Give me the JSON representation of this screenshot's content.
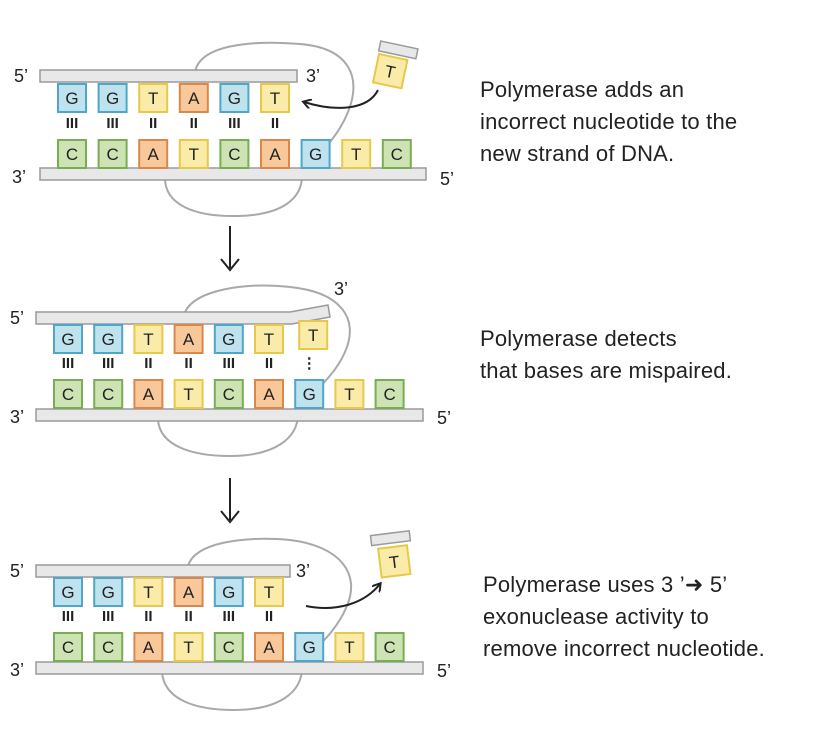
{
  "colors": {
    "G": {
      "fill": "#bfe2ef",
      "stroke": "#4fa6c7"
    },
    "C": {
      "fill": "#cde3b4",
      "stroke": "#79ad54"
    },
    "T": {
      "fill": "#fbeba8",
      "stroke": "#e6c94b"
    },
    "A": {
      "fill": "#f8c89a",
      "stroke": "#d9884a"
    },
    "strand": {
      "fill": "#e8e8e8",
      "stroke": "#9a9a9a"
    },
    "polymerase": "#a9a9a9",
    "text": "#222222"
  },
  "icons": [
    "arrow-down-icon",
    "curved-arrow-icon"
  ],
  "panels": [
    {
      "top_strand": {
        "left_label": "5’",
        "right_label": "3’"
      },
      "bottom_strand": {
        "left_label": "3’",
        "right_label": "5’"
      },
      "template_bases": [
        "C",
        "C",
        "A",
        "T",
        "C",
        "A",
        "G",
        "T",
        "C"
      ],
      "new_bases": [
        "G",
        "G",
        "T",
        "A",
        "G",
        "T"
      ],
      "bonds": [
        "III",
        "III",
        "II",
        "II",
        "III",
        "II"
      ],
      "extra_base": "T",
      "caption": [
        "Polymerase adds an",
        "incorrect nucleotide to the",
        "new strand of DNA."
      ]
    },
    {
      "top_strand": {
        "left_label": "5’",
        "right_label": "3’"
      },
      "bottom_strand": {
        "left_label": "3’",
        "right_label": "5’"
      },
      "template_bases": [
        "C",
        "C",
        "A",
        "T",
        "C",
        "A",
        "G",
        "T",
        "C"
      ],
      "new_bases": [
        "G",
        "G",
        "T",
        "A",
        "G",
        "T",
        "T"
      ],
      "bonds": [
        "III",
        "III",
        "II",
        "II",
        "III",
        "II",
        "⋮"
      ],
      "caption": [
        "Polymerase detects",
        "that bases are mispaired."
      ]
    },
    {
      "top_strand": {
        "left_label": "5’",
        "right_label": "3’"
      },
      "bottom_strand": {
        "left_label": "3’",
        "right_label": "5’"
      },
      "template_bases": [
        "C",
        "C",
        "A",
        "T",
        "C",
        "A",
        "G",
        "T",
        "C"
      ],
      "new_bases": [
        "G",
        "G",
        "T",
        "A",
        "G",
        "T"
      ],
      "bonds": [
        "III",
        "III",
        "II",
        "II",
        "III",
        "II"
      ],
      "extra_base": "T",
      "caption": [
        "Polymerase uses 3 ’➜ 5’",
        "exonuclease activity to",
        "remove incorrect nucleotide."
      ]
    }
  ]
}
